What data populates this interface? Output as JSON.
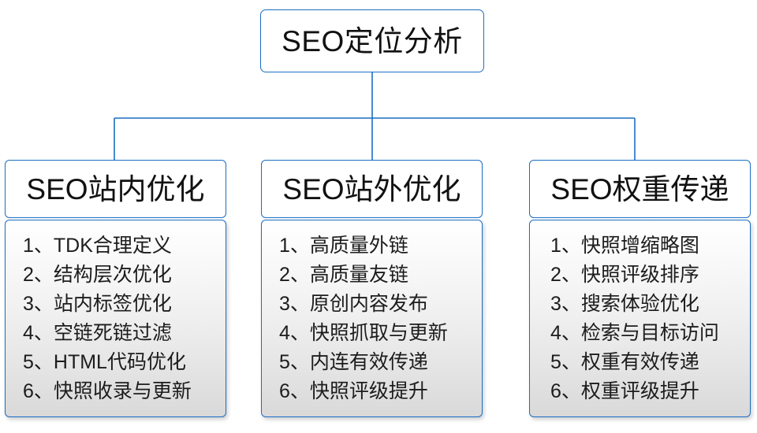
{
  "diagram": {
    "type": "org-chart",
    "root": {
      "title": "SEO定位分析"
    },
    "branches": [
      {
        "header": "SEO站内优化",
        "items": [
          {
            "index": "1、",
            "label": "TDK合理定义"
          },
          {
            "index": "2、",
            "label": "结构层次优化"
          },
          {
            "index": "3、",
            "label": "站内标签优化"
          },
          {
            "index": "4、",
            "label": "空链死链过滤"
          },
          {
            "index": "5、",
            "label": "HTML代码优化"
          },
          {
            "index": "6、",
            "label": "快照收录与更新"
          }
        ]
      },
      {
        "header": "SEO站外优化",
        "items": [
          {
            "index": "1、",
            "label": "高质量外链"
          },
          {
            "index": "2、",
            "label": "高质量友链"
          },
          {
            "index": "3、",
            "label": "原创内容发布"
          },
          {
            "index": "4、",
            "label": "快照抓取与更新"
          },
          {
            "index": "5、",
            "label": "内连有效传递"
          },
          {
            "index": "6、",
            "label": "快照评级提升"
          }
        ]
      },
      {
        "header": "SEO权重传递",
        "items": [
          {
            "index": "1、",
            "label": "快照增缩略图"
          },
          {
            "index": "2、",
            "label": "快照评级排序"
          },
          {
            "index": "3、",
            "label": "搜索体验优化"
          },
          {
            "index": "4、",
            "label": "检索与目标访问"
          },
          {
            "index": "5、",
            "label": "权重有效传递"
          },
          {
            "index": "6、",
            "label": "权重评级提升"
          }
        ]
      }
    ],
    "colors": {
      "border_blue": "#1b6ec2",
      "root_fill": "#ffffff",
      "header_fill": "#ffffff",
      "body_gradient_top": "#ffffff",
      "body_gradient_bottom": "#d9d9d9",
      "text": "#111111",
      "page_background": "#ffffff"
    }
  }
}
